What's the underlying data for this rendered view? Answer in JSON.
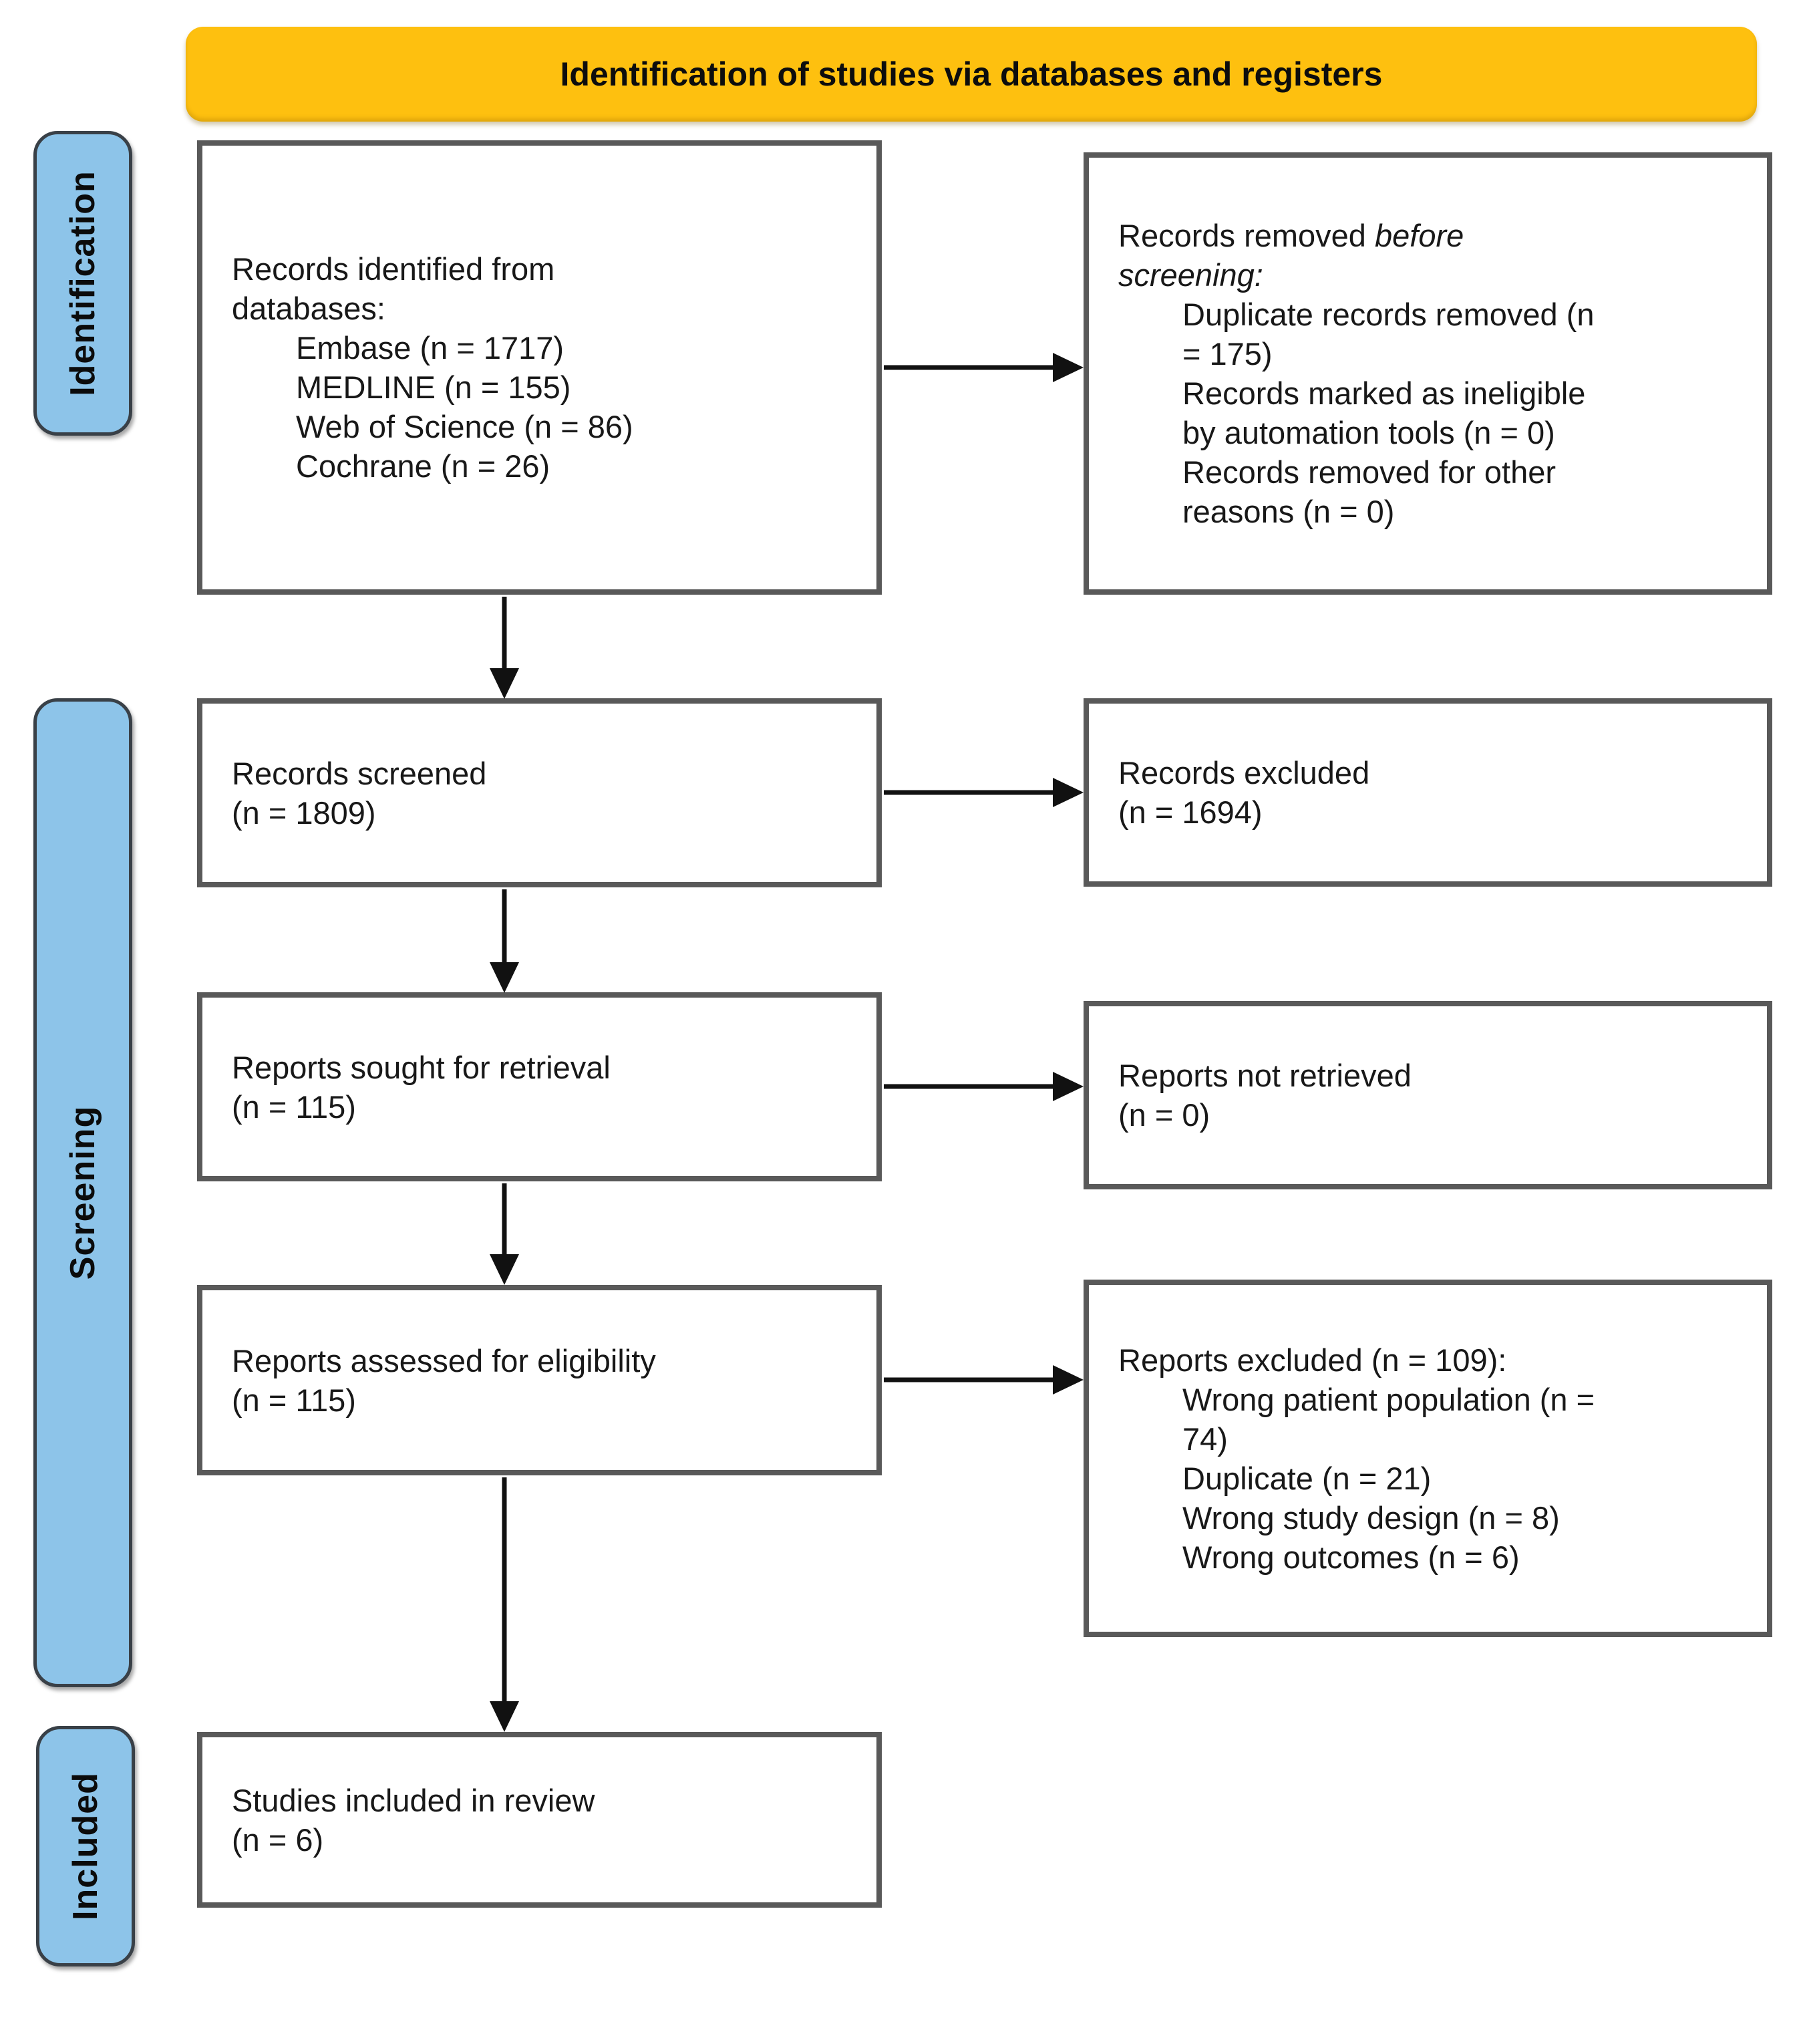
{
  "banner": {
    "title": "Identification of studies via databases and registers"
  },
  "stages": [
    {
      "label": "Identification"
    },
    {
      "label": "Screening"
    },
    {
      "label": "Included"
    }
  ],
  "boxes": [
    {
      "id": "records-identified",
      "lines": [
        {
          "text": "Records identified from",
          "indent": 0
        },
        {
          "text": "databases:",
          "indent": 0
        },
        {
          "text": "Embase (n = 1717)",
          "indent": 1
        },
        {
          "text": "MEDLINE (n = 155)",
          "indent": 1
        },
        {
          "text": "Web of Science (n = 86)",
          "indent": 1
        },
        {
          "text": "Cochrane (n = 26)",
          "indent": 1
        }
      ]
    },
    {
      "id": "records-removed",
      "lines": [
        {
          "text": "Records removed *before*",
          "indent": 0
        },
        {
          "text": "*screening:*",
          "indent": 0
        },
        {
          "text": "Duplicate records removed (n",
          "indent": 1
        },
        {
          "text": "= 175)",
          "indent": 1
        },
        {
          "text": "Records marked as ineligible",
          "indent": 1
        },
        {
          "text": "by automation tools (n = 0)",
          "indent": 1
        },
        {
          "text": "Records removed for other",
          "indent": 1
        },
        {
          "text": "reasons (n = 0)",
          "indent": 1
        }
      ]
    },
    {
      "id": "records-screened",
      "lines": [
        {
          "text": "Records screened",
          "indent": 0
        },
        {
          "text": "(n = 1809)",
          "indent": 0
        }
      ]
    },
    {
      "id": "records-excluded",
      "lines": [
        {
          "text": "Records excluded",
          "indent": 0
        },
        {
          "text": "(n = 1694)",
          "indent": 0
        }
      ]
    },
    {
      "id": "reports-sought",
      "lines": [
        {
          "text": "Reports sought for retrieval",
          "indent": 0
        },
        {
          "text": "(n = 115)",
          "indent": 0
        }
      ]
    },
    {
      "id": "reports-not-retrieved",
      "lines": [
        {
          "text": "Reports not retrieved",
          "indent": 0
        },
        {
          "text": "(n = 0)",
          "indent": 0
        }
      ]
    },
    {
      "id": "reports-assessed",
      "lines": [
        {
          "text": "Reports assessed for eligibility",
          "indent": 0
        },
        {
          "text": "(n = 115)",
          "indent": 0
        }
      ]
    },
    {
      "id": "reports-excluded",
      "lines": [
        {
          "text": "Reports excluded (n = 109):",
          "indent": 0
        },
        {
          "text": "Wrong patient population (n =",
          "indent": 1
        },
        {
          "text": "74)",
          "indent": 1
        },
        {
          "text": "Duplicate (n = 21)",
          "indent": 1
        },
        {
          "text": "Wrong study design (n = 8)",
          "indent": 1
        },
        {
          "text": "Wrong outcomes (n = 6)",
          "indent": 1
        }
      ]
    },
    {
      "id": "studies-included",
      "lines": [
        {
          "text": "Studies included in review",
          "indent": 0
        },
        {
          "text": "(n = 6)",
          "indent": 0
        }
      ]
    }
  ],
  "colors": {
    "banner_bg": "#FEC00F",
    "stage_bg": "#8DC4E9",
    "box_border": "#595959",
    "arrow": "#111111"
  }
}
